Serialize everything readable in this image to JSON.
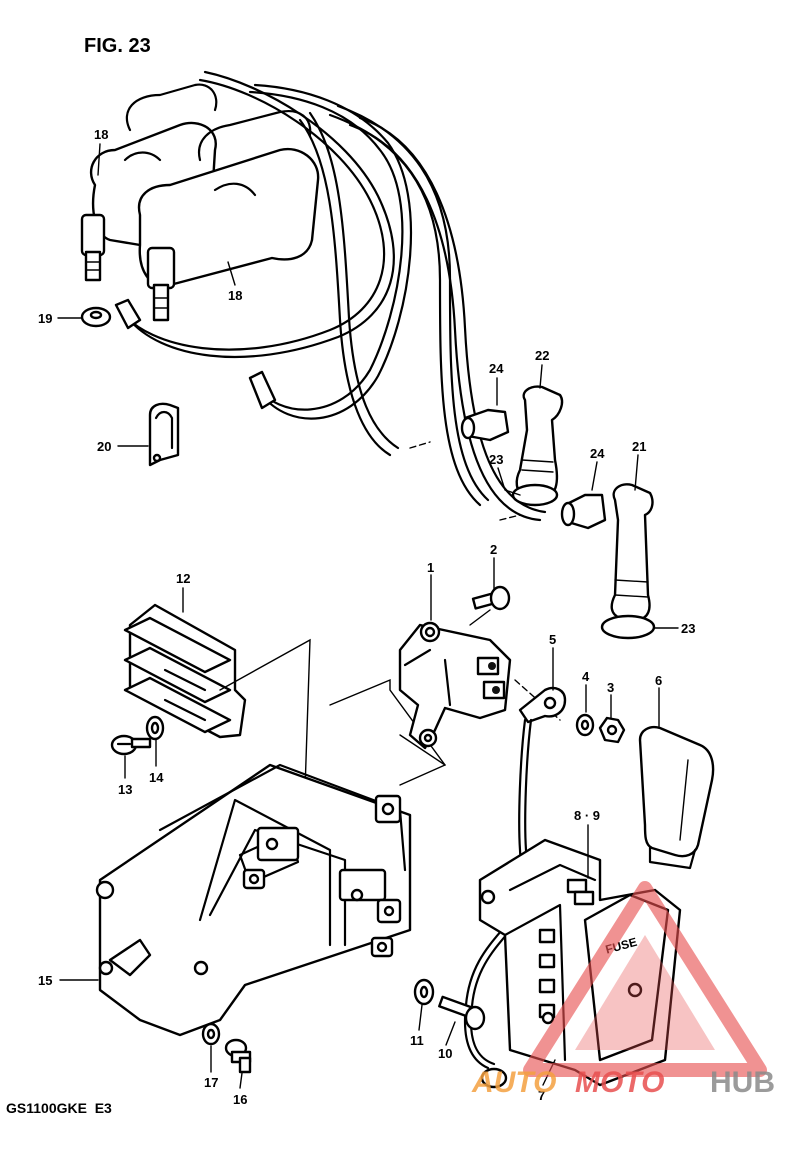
{
  "figure": {
    "title": "FIG. 23",
    "model_code": "GS1100GKE  E3"
  },
  "callouts": [
    {
      "id": "c18a",
      "label": "18"
    },
    {
      "id": "c18b",
      "label": "18"
    },
    {
      "id": "c19",
      "label": "19"
    },
    {
      "id": "c20",
      "label": "20"
    },
    {
      "id": "c24a",
      "label": "24"
    },
    {
      "id": "c22",
      "label": "22"
    },
    {
      "id": "c23a",
      "label": "23"
    },
    {
      "id": "c24b",
      "label": "24"
    },
    {
      "id": "c21",
      "label": "21"
    },
    {
      "id": "c23b",
      "label": "23"
    },
    {
      "id": "c12",
      "label": "12"
    },
    {
      "id": "c1",
      "label": "1"
    },
    {
      "id": "c2",
      "label": "2"
    },
    {
      "id": "c5",
      "label": "5"
    },
    {
      "id": "c4",
      "label": "4"
    },
    {
      "id": "c3",
      "label": "3"
    },
    {
      "id": "c6",
      "label": "6"
    },
    {
      "id": "c13",
      "label": "13"
    },
    {
      "id": "c14",
      "label": "14"
    },
    {
      "id": "c89",
      "label": "8 · 9"
    },
    {
      "id": "c15",
      "label": "15"
    },
    {
      "id": "c11",
      "label": "11"
    },
    {
      "id": "c10",
      "label": "10"
    },
    {
      "id": "c17",
      "label": "17"
    },
    {
      "id": "c16",
      "label": "16"
    },
    {
      "id": "c7",
      "label": "7"
    }
  ],
  "fuse_box_text": "FUSE",
  "watermark": {
    "text_a": "AUTO",
    "text_b": "MOTO",
    "text_c": "HUB",
    "color_red": "#e85050",
    "color_orange": "#f4a040",
    "color_gray": "#8a8a8a"
  }
}
